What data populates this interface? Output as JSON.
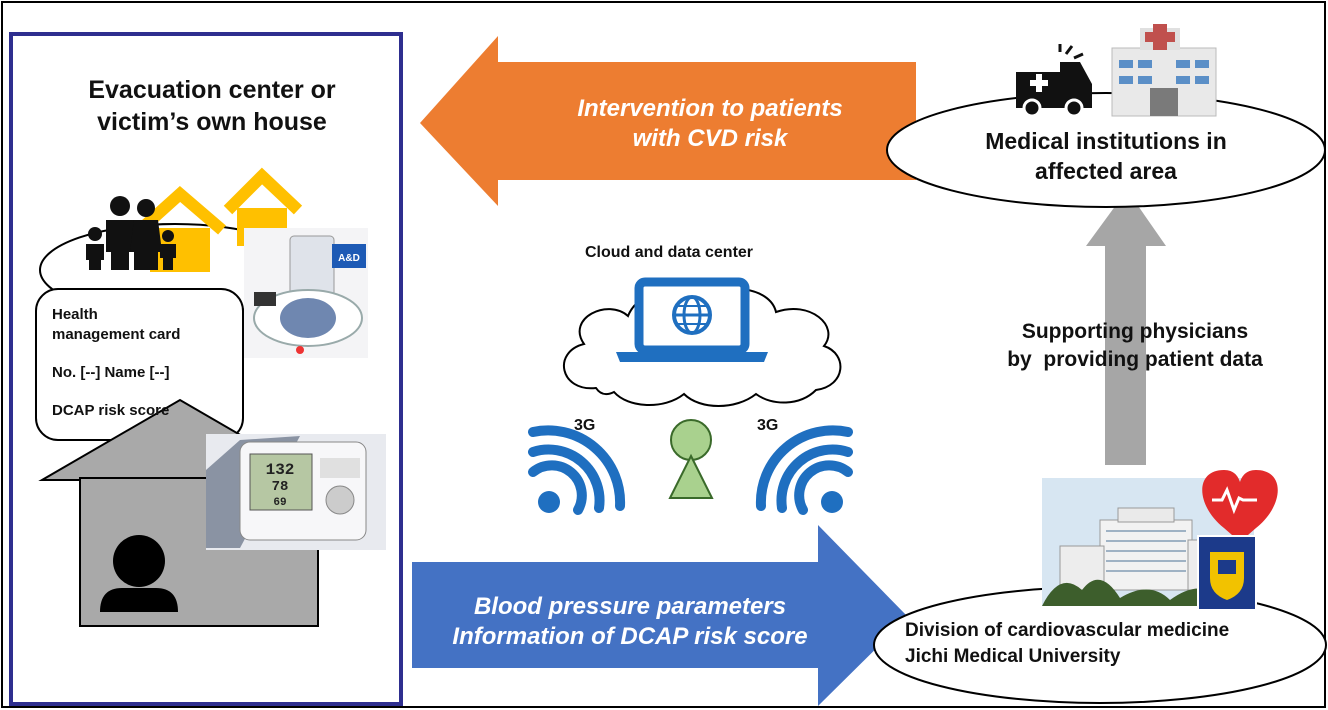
{
  "left_panel": {
    "title_line1": "Evacuation center or",
    "title_line2": "victim’s own house",
    "card": {
      "line1": "Health",
      "line2": "management card",
      "line3": "No. [--] Name [--]",
      "line4": "DCAP risk score"
    },
    "bp_display": {
      "sys": "132",
      "dia": "78",
      "pulse": "69"
    },
    "brand_logo": "A&D"
  },
  "arrows": {
    "intervention_line1": "Intervention to patients",
    "intervention_line2": "with CVD risk",
    "bp_line1": "Blood pressure parameters",
    "bp_line2": "Information of DCAP risk score"
  },
  "cloud": {
    "label": "Cloud and data center",
    "signal_left": "3G",
    "signal_right": "3G"
  },
  "medical": {
    "line1": "Medical institutions in",
    "line2": "affected area"
  },
  "support": {
    "line1": "Supporting physicians",
    "line2": "by  providing patient data"
  },
  "division": {
    "line1": "Division of cardiovascular medicine",
    "line2": "Jichi Medical University"
  },
  "colors": {
    "panel_border": "#2e2e8f",
    "orange_arrow": "#ed7d31",
    "blue_arrow": "#4472c4",
    "gray_arrow": "#a6a6a6",
    "wifi_blue": "#1f6fc0",
    "house_yellow": "#ffc000",
    "house_gray": "#a9a9a9",
    "person_green": "#a9d18e"
  }
}
